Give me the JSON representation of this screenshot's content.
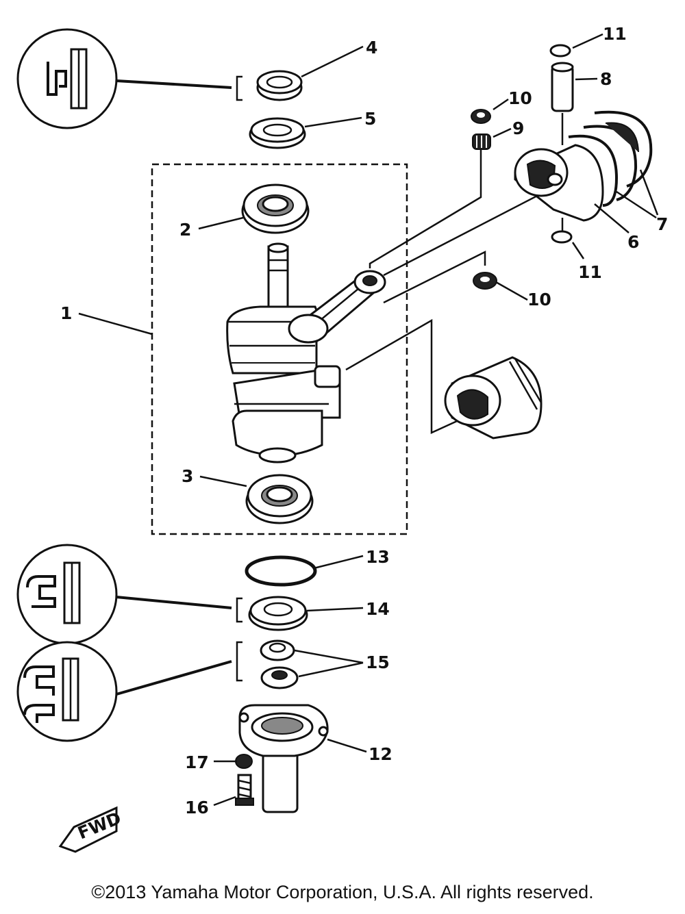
{
  "callouts": {
    "c1": "1",
    "c2": "2",
    "c3": "3",
    "c4": "4",
    "c5": "5",
    "c6": "6",
    "c7": "7",
    "c8": "8",
    "c9": "9",
    "c10a": "10",
    "c10b": "10",
    "c11a": "11",
    "c11b": "11",
    "c12": "12",
    "c13": "13",
    "c14": "14",
    "c15": "15",
    "c16": "16",
    "c17": "17"
  },
  "fwd_mark": "FWD",
  "copyright": "©2013 Yamaha Motor Corporation, U.S.A. All rights reserved."
}
